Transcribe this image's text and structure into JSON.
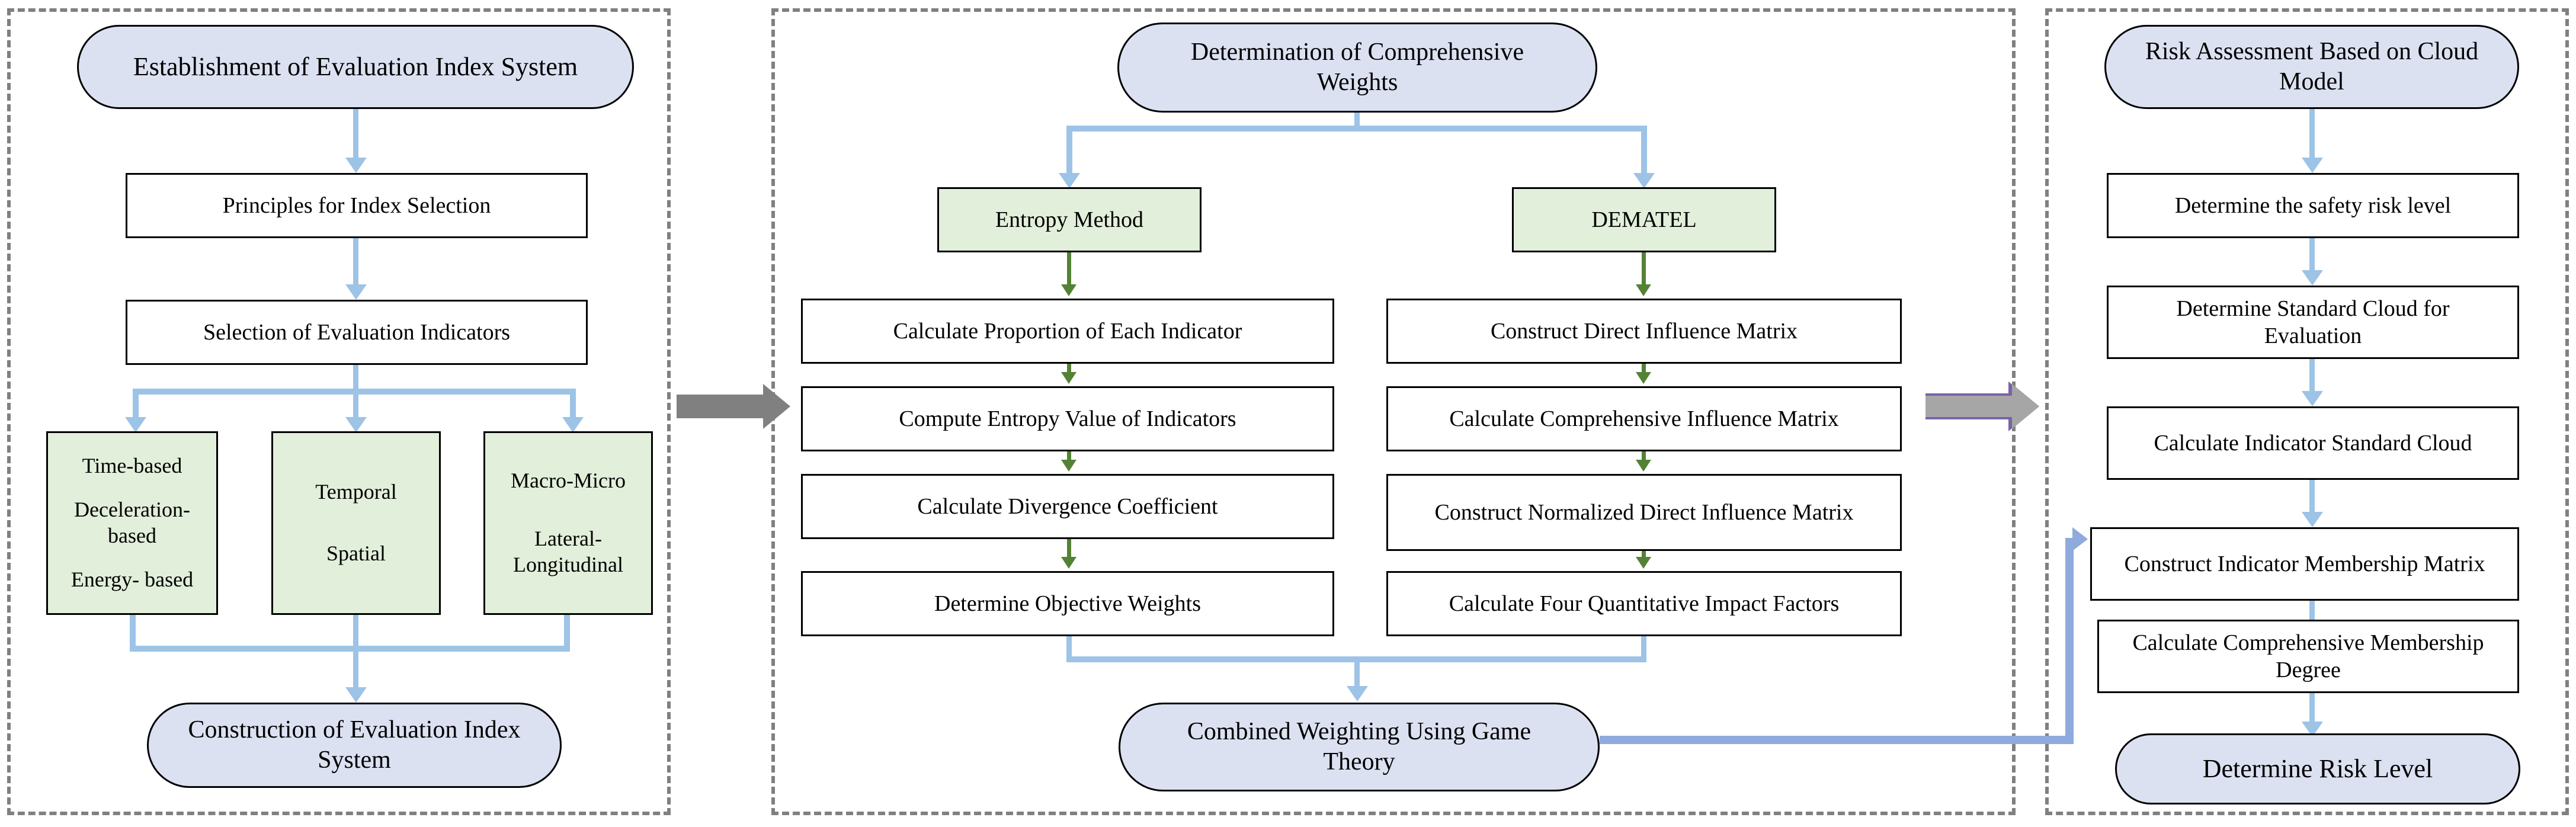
{
  "figure": {
    "type": "flowchart",
    "panels": [
      {
        "id": "panel-1",
        "title": "Establishment of Evaluation Index System",
        "nodes": [
          {
            "label": "Establishment of Evaluation Index System",
            "shape": "pill",
            "color": "#dce1f2"
          },
          {
            "label": "Principles for Index Selection",
            "shape": "rect",
            "color": "#ffffff"
          },
          {
            "label": "Selection of Evaluation Indicators",
            "shape": "rect",
            "color": "#ffffff"
          },
          {
            "label": "Time-based / Deceleration-based / Energy- based",
            "shape": "rect",
            "color": "#e2efda"
          },
          {
            "label": "Temporal / Spatial",
            "shape": "rect",
            "color": "#e2efda"
          },
          {
            "label": "Macro-Micro / Lateral-Longitudinal",
            "shape": "rect",
            "color": "#e2efda"
          },
          {
            "label": "Construction of Evaluation Index System",
            "shape": "pill",
            "color": "#dce1f2"
          }
        ],
        "green_group": [
          {
            "lines": [
              "Time-based",
              "Deceleration-based",
              "Energy- based"
            ]
          },
          {
            "lines": [
              "Temporal",
              "Spatial"
            ]
          },
          {
            "lines": [
              "Macro-Micro",
              "Lateral-Longitudinal"
            ]
          }
        ]
      },
      {
        "id": "panel-2",
        "title": "Determination of Comprehensive Weights",
        "branches": [
          {
            "head": "Entropy Method",
            "steps": [
              "Calculate Proportion of Each Indicator",
              "Compute Entropy Value of Indicators",
              "Calculate Divergence Coefficient",
              "Determine Objective Weights"
            ]
          },
          {
            "head": "DEMATEL",
            "steps": [
              "Construct Direct Influence Matrix",
              "Calculate Comprehensive Influence Matrix",
              "Construct Normalized Direct Influence Matrix",
              "Calculate Four Quantitative Impact Factors"
            ]
          }
        ],
        "terminal": "Combined Weighting Using Game Theory"
      },
      {
        "id": "panel-3",
        "title": "Risk Assessment Based on Cloud Model",
        "steps": [
          "Determine the safety risk level",
          "Determine Standard Cloud for Evaluation",
          "Calculate Indicator Standard Cloud",
          "Construct Indicator Membership Matrix",
          "Calculate Comprehensive Membership Degree"
        ],
        "terminal": "Determine Risk Level"
      }
    ],
    "node_text": {
      "p1_title": "Establishment of Evaluation Index System",
      "p1_principles": "Principles for Index Selection",
      "p1_selection": "Selection of Evaluation Indicators",
      "p1_g1_l1": "Time-based",
      "p1_g1_l2": "Deceleration-based",
      "p1_g1_l3": "Energy- based",
      "p1_g2_l1": "Temporal",
      "p1_g2_l2": "Spatial",
      "p1_g3_l1": "Macro-Micro",
      "p1_g3_l2": "Lateral-Longitudinal",
      "p1_construction": "Construction of Evaluation Index System",
      "p2_title": "Determination of Comprehensive Weights",
      "p2_entropy": "Entropy Method",
      "p2_dematel": "DEMATEL",
      "p2_e1": "Calculate Proportion of Each Indicator",
      "p2_e2": "Compute Entropy Value of Indicators",
      "p2_e3": "Calculate Divergence Coefficient",
      "p2_e4": "Determine Objective Weights",
      "p2_d1": "Construct Direct Influence Matrix",
      "p2_d2": "Calculate Comprehensive Influence Matrix",
      "p2_d3": "Construct Normalized Direct Influence Matrix",
      "p2_d4": "Calculate Four Quantitative Impact Factors",
      "p2_terminal": "Combined Weighting Using Game Theory",
      "p3_title": "Risk Assessment Based on Cloud Model",
      "p3_s1": "Determine the safety risk level",
      "p3_s2": "Determine Standard Cloud for Evaluation",
      "p3_s3": "Calculate Indicator Standard Cloud",
      "p3_s4": "Construct Indicator Membership Matrix",
      "p3_s5": "Calculate Comprehensive Membership Degree",
      "p3_terminal": "Determine Risk Level"
    },
    "colors": {
      "pill_fill": "#dce1f2",
      "green_fill": "#e2efda",
      "rect_fill": "#ffffff",
      "node_border": "#000000",
      "blue_arrow": "#9dc3e6",
      "green_arrow": "#548235",
      "feedback_arrow": "#8faadc",
      "panel_border": "#808080",
      "block_arrow_gray": "#808080",
      "block_arrow_purple_outline": "#7a62a8"
    }
  }
}
